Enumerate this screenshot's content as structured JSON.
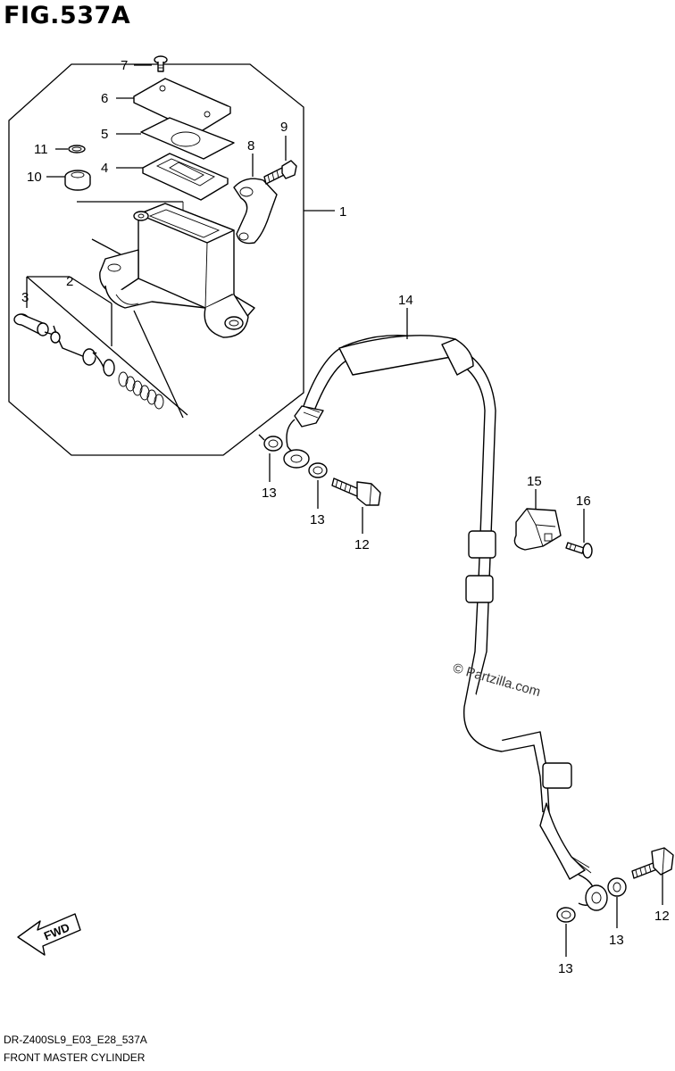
{
  "figure": {
    "title": "FIG.537A",
    "model_code": "DR-Z400SL9_E03_E28_537A",
    "name": "FRONT MASTER CYLINDER",
    "watermark": "© Partzilla.com",
    "fwd_label": "FWD"
  },
  "callouts": [
    {
      "id": "c1",
      "label": "1"
    },
    {
      "id": "c2",
      "label": "2"
    },
    {
      "id": "c3",
      "label": "3"
    },
    {
      "id": "c4",
      "label": "4"
    },
    {
      "id": "c5",
      "label": "5"
    },
    {
      "id": "c6",
      "label": "6"
    },
    {
      "id": "c7",
      "label": "7"
    },
    {
      "id": "c8",
      "label": "8"
    },
    {
      "id": "c9",
      "label": "9"
    },
    {
      "id": "c10",
      "label": "10"
    },
    {
      "id": "c11",
      "label": "11"
    },
    {
      "id": "c12a",
      "label": "12"
    },
    {
      "id": "c12b",
      "label": "12"
    },
    {
      "id": "c13a",
      "label": "13"
    },
    {
      "id": "c13b",
      "label": "13"
    },
    {
      "id": "c13c",
      "label": "13"
    },
    {
      "id": "c13d",
      "label": "13"
    },
    {
      "id": "c14",
      "label": "14"
    },
    {
      "id": "c15",
      "label": "15"
    },
    {
      "id": "c16",
      "label": "16"
    }
  ]
}
